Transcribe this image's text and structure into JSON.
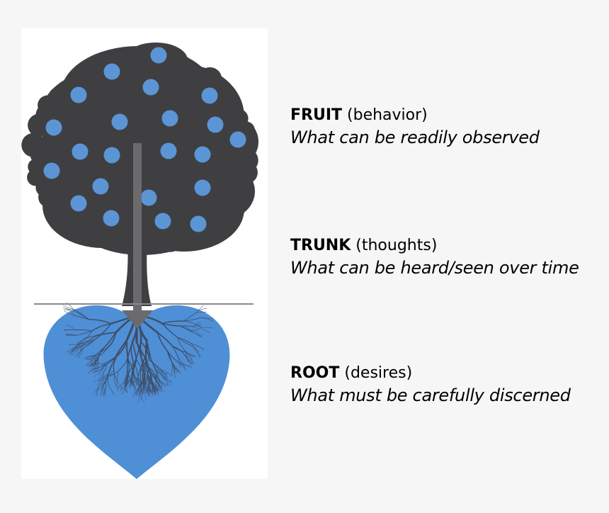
{
  "labels": {
    "fruit": {
      "term": "FRUIT",
      "qualifier": "(behavior)",
      "description": "What can be readily observed"
    },
    "trunk": {
      "term": "TRUNK",
      "qualifier": "(thoughts)",
      "description": "What can be heard/seen over time"
    },
    "root": {
      "term": "ROOT",
      "qualifier": "(desires)",
      "description": "What must be carefully discerned"
    }
  },
  "colors": {
    "canopy": "#3f3f41",
    "fruit": "#5b95d6",
    "heart": "#4f8fd6",
    "roots": "#3d4c66",
    "arrow": "#6b6b6d",
    "ground_line": "#8a8a8a",
    "panel_background": "#ffffff",
    "page_background": "#f6f6f6"
  },
  "icons": {
    "tree": "tree-canopy-icon",
    "heart": "heart-root-icon",
    "arrow": "down-arrow-icon"
  }
}
